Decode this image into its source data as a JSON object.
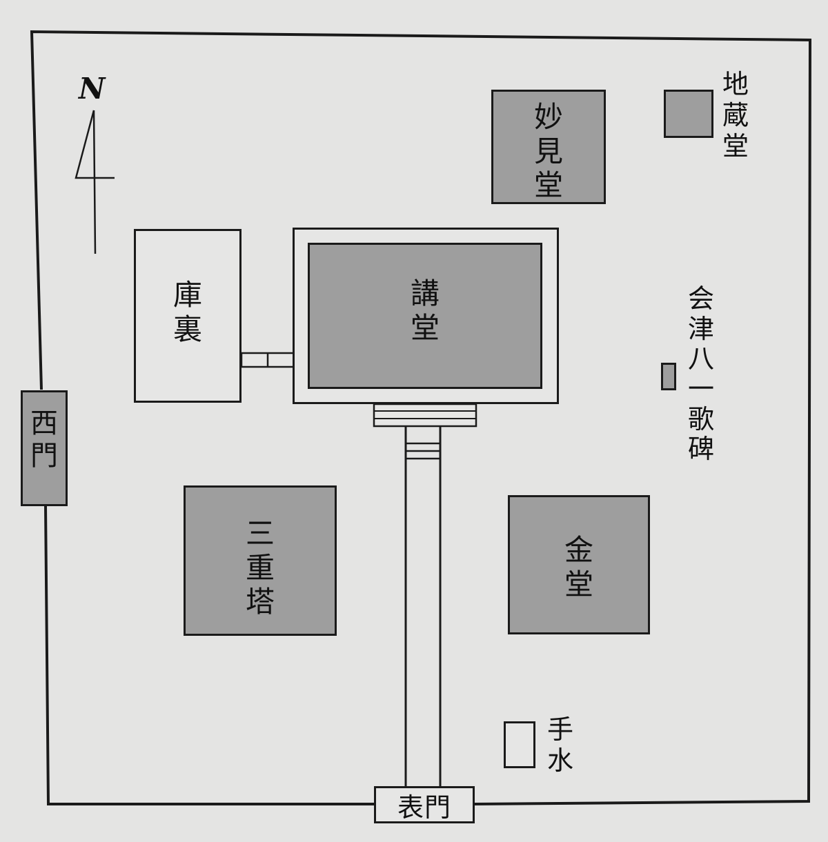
{
  "map": {
    "north_label": "N",
    "buildings": {
      "myokendo": "妙見堂",
      "jizodo": "地蔵堂",
      "kuri": "庫裏",
      "kodo": "講堂",
      "kahi": "会津八一歌碑",
      "sanjunoto": "三重塔",
      "kondo": "金堂",
      "temizu": "手水",
      "nishimon": "西門",
      "omotemon": "表門"
    }
  },
  "colors": {
    "background": "#e4e4e3",
    "building_fill": "#9e9e9e",
    "line": "#1a1a1a"
  }
}
